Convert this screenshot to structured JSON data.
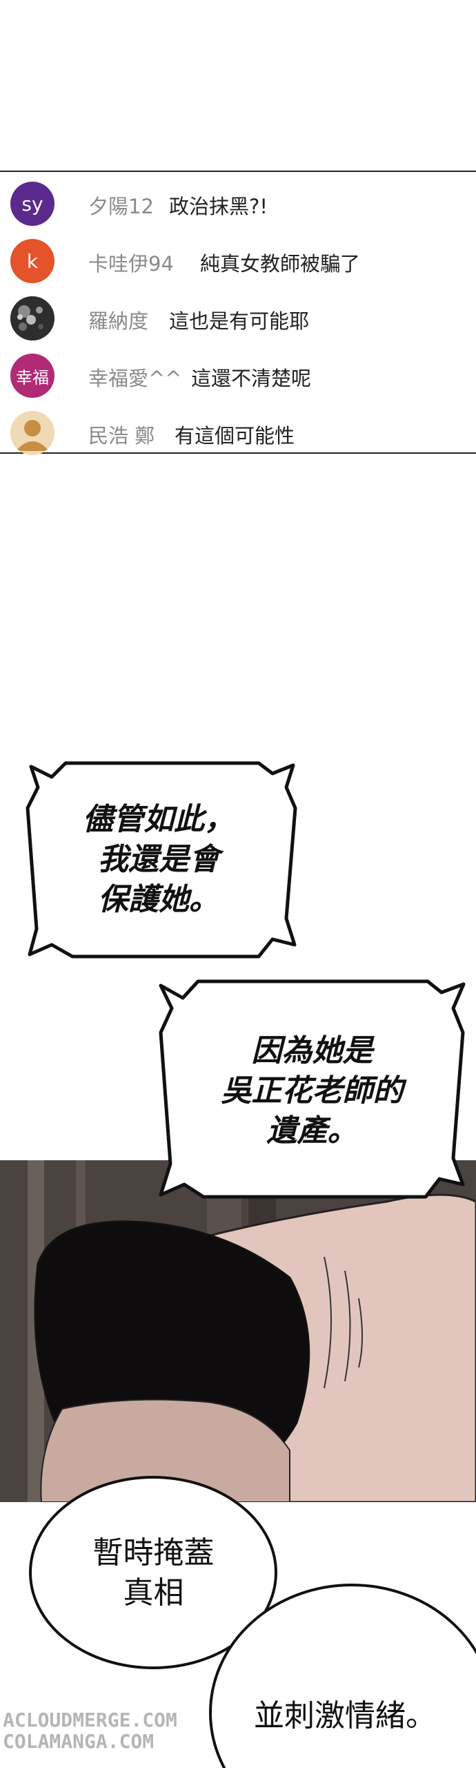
{
  "comments": [
    {
      "avatar_text": "sy",
      "avatar_color": "#5b2a8c",
      "user": "夕陽12",
      "text": "政治抹黑?!"
    },
    {
      "avatar_text": "k",
      "avatar_color": "#e5532b",
      "user": "卡哇伊94",
      "text": "純真女教師被騙了"
    },
    {
      "avatar_text": "",
      "avatar_color": "#2b2b2b",
      "user": "羅納度",
      "text": "這也是有可能耶"
    },
    {
      "avatar_text": "幸福",
      "avatar_color": "#b02a74",
      "user": "幸福愛^^",
      "text": "這還不清楚呢"
    },
    {
      "avatar_text": "",
      "avatar_color": "#cc9a52",
      "user": "民浩 鄭",
      "text": "有這個可能性"
    }
  ],
  "captions": [
    {
      "lines": [
        "儘管如此，",
        "我還是會",
        "保護她。"
      ]
    },
    {
      "lines": [
        "因為她是",
        "吳正花老師的",
        "遺產。"
      ]
    }
  ],
  "speech": [
    {
      "lines": [
        "暫時掩蓋",
        "真相"
      ]
    },
    {
      "lines": [
        "並刺激情緒。"
      ]
    }
  ],
  "watermark": {
    "line1": "ACLOUDMERGE.COM",
    "line2": "COLAMANGA.COM"
  }
}
